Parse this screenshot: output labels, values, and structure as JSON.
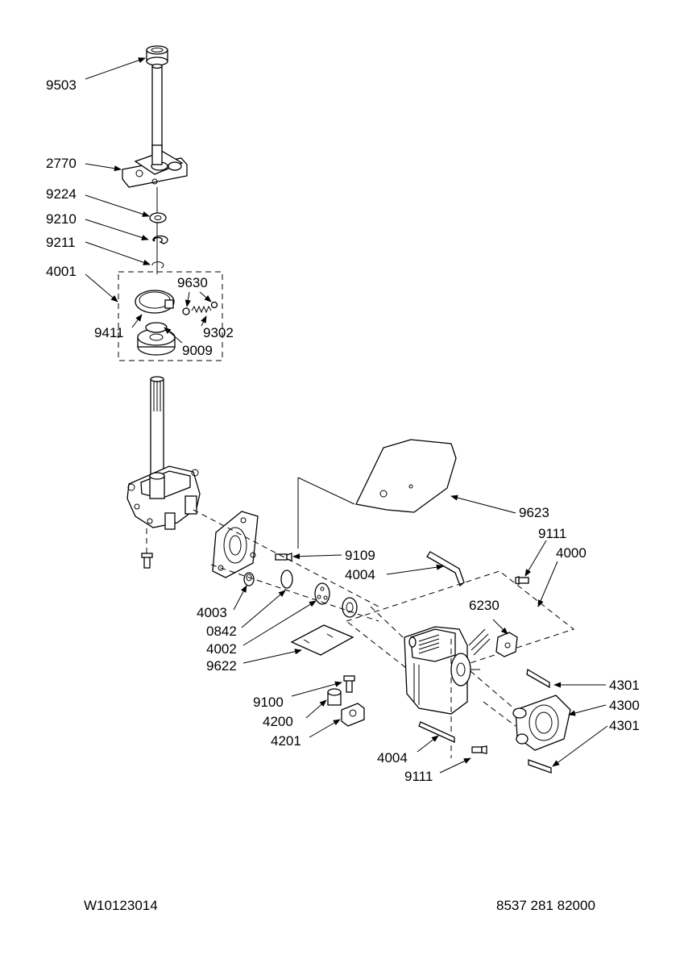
{
  "footer": {
    "left_code": "W10123014",
    "right_code": "8537 281 82000"
  },
  "callouts": {
    "c9503": "9503",
    "c2770": "2770",
    "c9224": "9224",
    "c9210": "9210",
    "c9211": "9211",
    "c4001": "4001",
    "c9630": "9630",
    "c9411": "9411",
    "c9302": "9302",
    "c9009": "9009",
    "c9623": "9623",
    "c9111a": "9111",
    "c4000": "4000",
    "c9109": "9109",
    "c4004a": "4004",
    "c6230": "6230",
    "c4003": "4003",
    "c0842": "0842",
    "c4002": "4002",
    "c9622": "9622",
    "c4301a": "4301",
    "c4300": "4300",
    "c4301b": "4301",
    "c9100": "9100",
    "c4200": "4200",
    "c4201": "4201",
    "c4004b": "4004",
    "c9111b": "9111"
  }
}
